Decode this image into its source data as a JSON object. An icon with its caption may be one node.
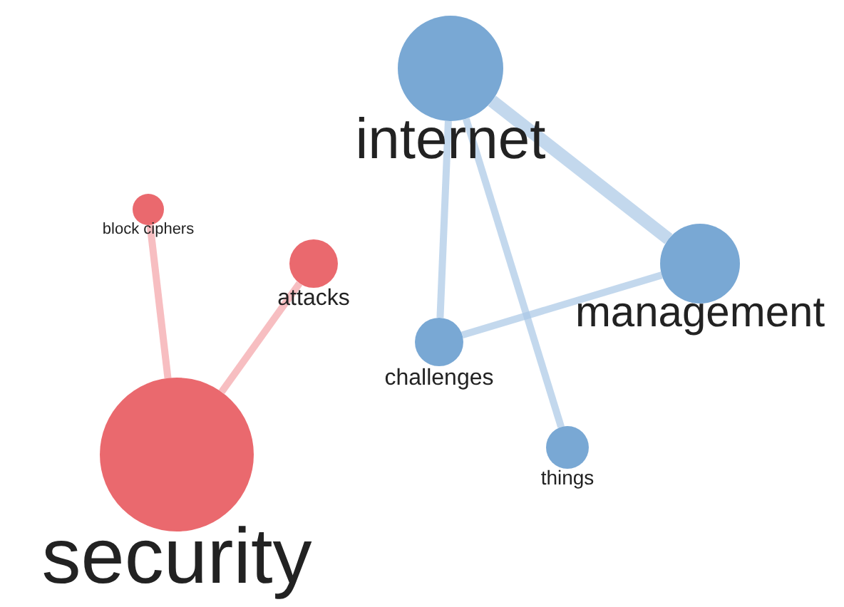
{
  "diagram": {
    "nodes": [
      {
        "text": [
          "internet"
        ]
      },
      {
        "text": [
          "management"
        ]
      },
      {
        "text": [
          "challenges"
        ]
      },
      {
        "text": [
          "things"
        ]
      },
      {
        "text": [
          "block ciphers"
        ]
      },
      {
        "text": [
          "attacks"
        ]
      },
      {
        "text": [
          "security"
        ]
      }
    ],
    "edges": [
      {
        "from": 0,
        "to": 1,
        "arrow": "none",
        "style": "thick"
      },
      {
        "from": 0,
        "to": 2,
        "arrow": "none"
      },
      {
        "from": 0,
        "to": 3,
        "arrow": "none"
      },
      {
        "from": 1,
        "to": 2,
        "arrow": "none"
      },
      {
        "from": 6,
        "to": 4,
        "arrow": "none",
        "color": "#f4a3a6"
      },
      {
        "from": 6,
        "to": 5,
        "arrow": "none",
        "color": "#f4a3a6"
      }
    ]
  }
}
